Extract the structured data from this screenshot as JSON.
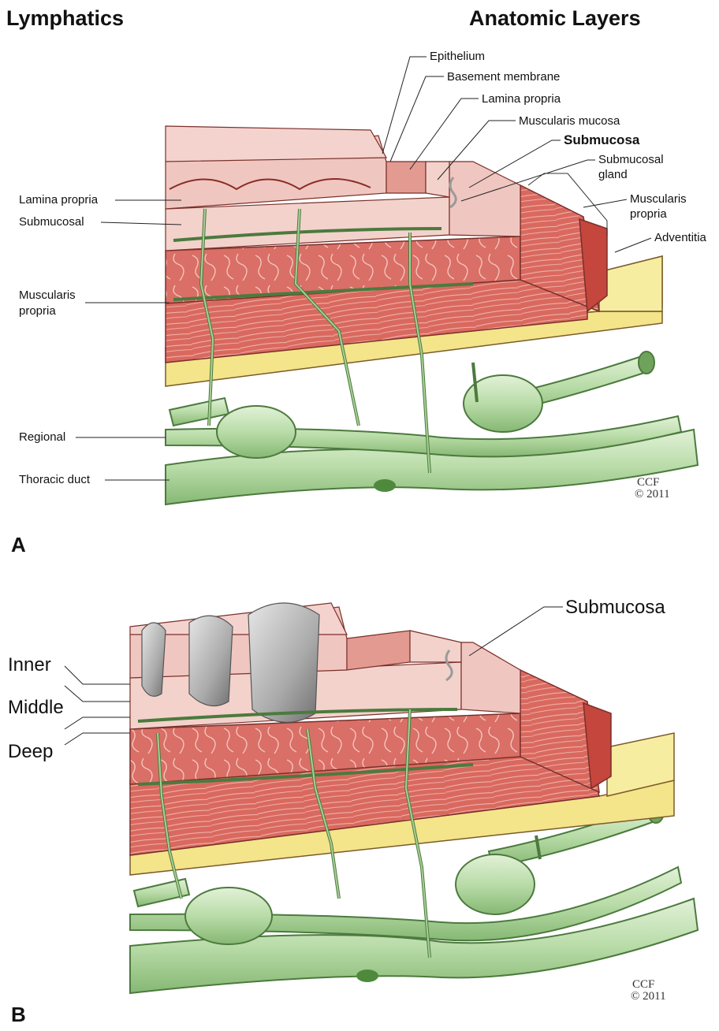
{
  "header": {
    "left_title": "Lymphatics",
    "right_title": "Anatomic Layers"
  },
  "panel_a": {
    "letter": "A",
    "right_labels": {
      "epithelium": "Epithelium",
      "basement_membrane": "Basement membrane",
      "lamina_propria": "Lamina propria",
      "muscularis_mucosa": "Muscularis mucosa",
      "submucosa": "Submucosa",
      "submucosal_gland_1": "Submucosal",
      "submucosal_gland_2": "gland",
      "muscularis_propria_1": "Muscularis",
      "muscularis_propria_2": "propria",
      "adventitia": "Adventitia"
    },
    "left_labels": {
      "lamina_propria": "Lamina propria",
      "submucosal": "Submucosal",
      "muscularis_propria_1": "Muscularis",
      "muscularis_propria_2": "propria",
      "regional": "Regional",
      "thoracic_duct": "Thoracic duct"
    },
    "credit": {
      "name": "CCF",
      "year": "© 2011"
    }
  },
  "panel_b": {
    "letter": "B",
    "submucosa": "Submucosa",
    "depth_labels": {
      "inner": "Inner",
      "middle": "Middle",
      "deep": "Deep"
    },
    "credit": {
      "name": "CCF",
      "year": "© 2011"
    }
  },
  "colors": {
    "mucosa": "#f0c6c0",
    "lamina": "#f3d2cc",
    "muscle": "#d9695f",
    "muscle_dark": "#c4463d",
    "adventitia": "#f7eda0",
    "lymph": "#b9dca8",
    "lymph_stroke": "#4c7a3e",
    "tumor": "#bdbdbd"
  }
}
